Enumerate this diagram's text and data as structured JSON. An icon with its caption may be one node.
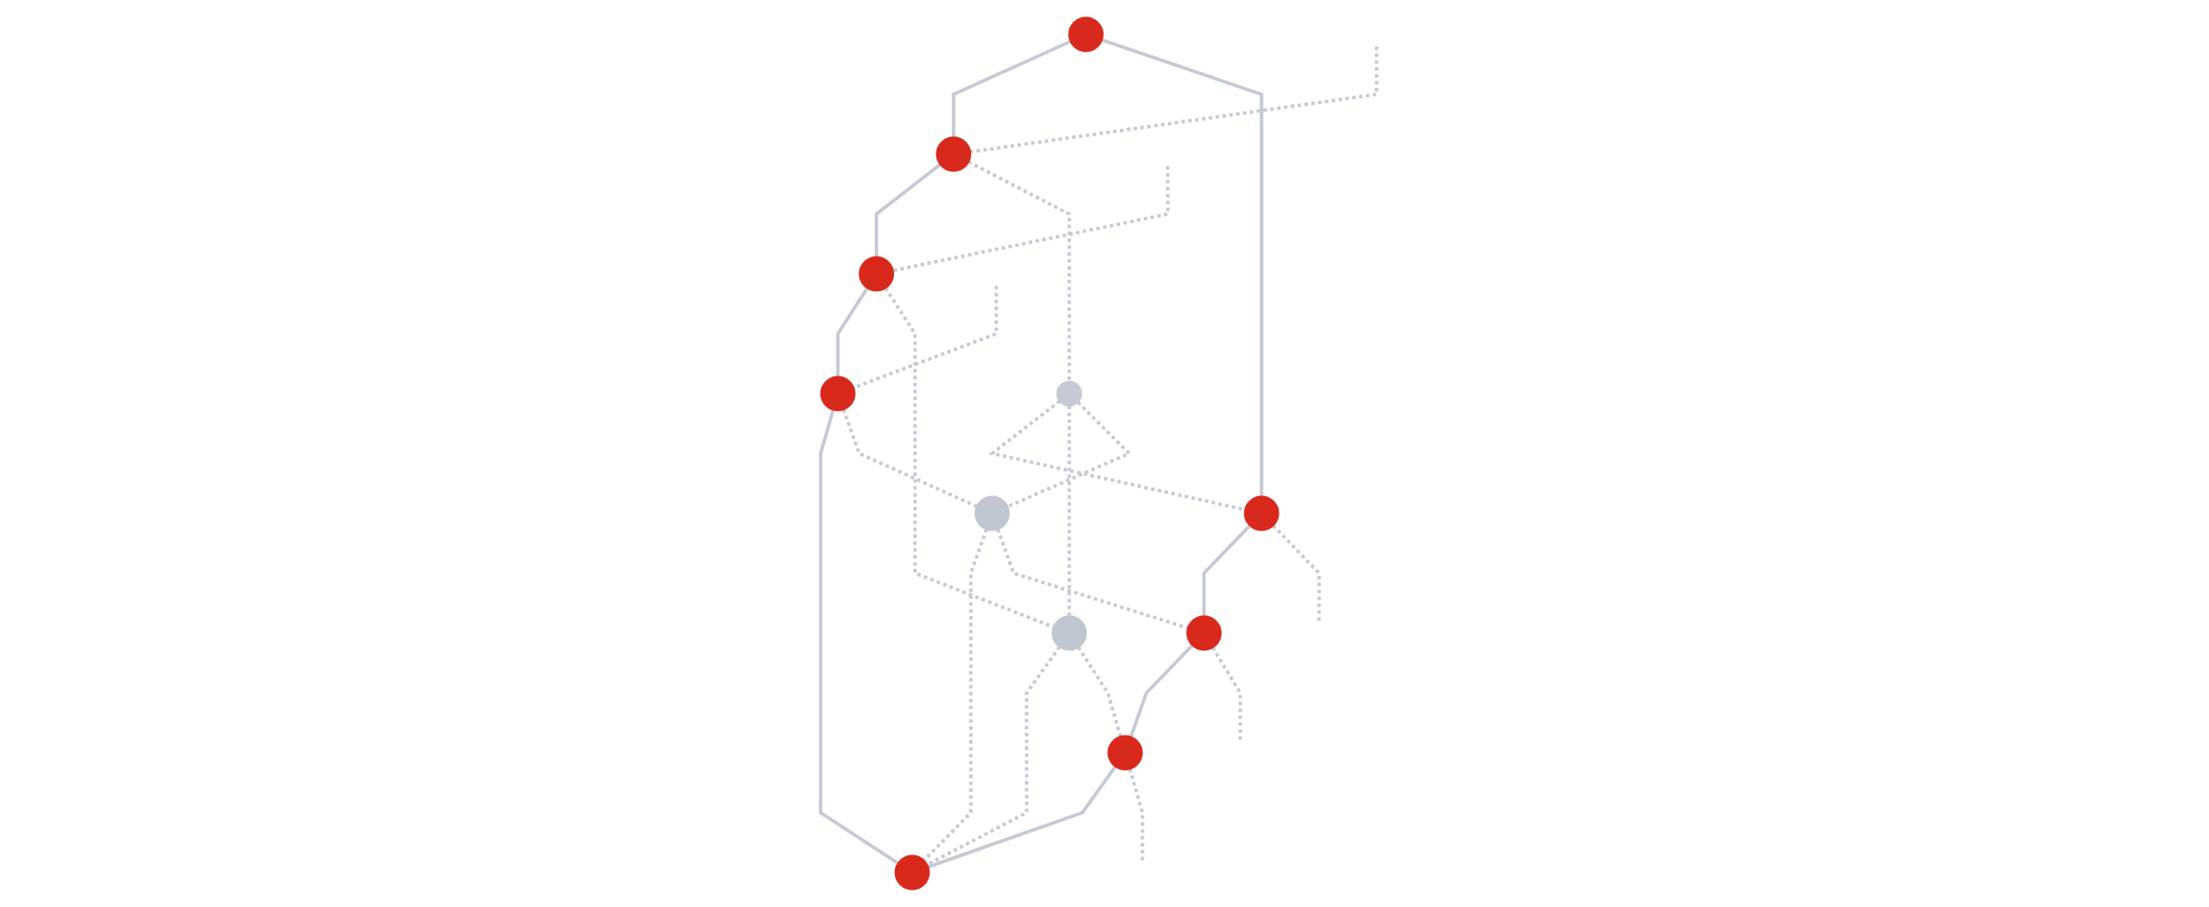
{
  "diagram": {
    "nodes": [
      {
        "text": [],
        "shape": "circle"
      },
      {
        "text": [],
        "shape": "circle"
      },
      {
        "text": [],
        "shape": "circle"
      },
      {
        "text": [],
        "shape": "point"
      },
      {
        "text": [],
        "shape": "circle"
      },
      {
        "text": [],
        "shape": "circle"
      },
      {
        "text": [],
        "shape": "circle"
      },
      {
        "text": [],
        "shape": "circle"
      },
      {
        "text": [],
        "shape": "circle"
      },
      {
        "text": [],
        "shape": "circle"
      },
      {
        "text": [],
        "shape": "circle"
      }
    ],
    "edges": [
      {
        "from": 0,
        "to": 1,
        "arrow": "none"
      },
      {
        "from": 0,
        "to": 2,
        "arrow": "none"
      },
      {
        "from": 1,
        "to": 4,
        "arrow": "none"
      },
      {
        "from": 2,
        "to": 5,
        "arrow": "none"
      },
      {
        "from": 4,
        "to": 8,
        "arrow": "none"
      },
      {
        "from": 5,
        "to": 9,
        "arrow": "none"
      },
      {
        "from": 8,
        "to": 10,
        "arrow": "none"
      },
      {
        "from": 9,
        "to": 10,
        "arrow": "none"
      },
      {
        "from": null,
        "to": 1,
        "arrow": "none",
        "style": "dashed"
      },
      {
        "from": 1,
        "to": 3,
        "arrow": "none",
        "style": "dashed"
      },
      {
        "from": 3,
        "to": 2,
        "arrow": "none",
        "style": "dashed"
      },
      {
        "from": 2,
        "to": null,
        "arrow": "none",
        "style": "dashed"
      },
      {
        "from": 3,
        "to": 6,
        "arrow": "none",
        "style": "dashed"
      },
      {
        "from": 3,
        "to": 7,
        "arrow": "none",
        "style": "dashed"
      },
      {
        "from": 6,
        "to": 10,
        "arrow": "none",
        "style": "dashed"
      },
      {
        "from": 7,
        "to": 10,
        "arrow": "none",
        "style": "dashed"
      },
      {
        "from": null,
        "to": 4,
        "arrow": "none",
        "style": "dashed"
      },
      {
        "from": 4,
        "to": 6,
        "arrow": "none",
        "style": "dashed"
      },
      {
        "from": 6,
        "to": 9,
        "arrow": "none",
        "style": "dashed"
      },
      {
        "from": 9,
        "to": null,
        "arrow": "none",
        "style": "dashed"
      },
      {
        "from": null,
        "to": 8,
        "arrow": "none",
        "style": "dashed"
      },
      {
        "from": 8,
        "to": 7,
        "arrow": "none",
        "style": "dashed"
      },
      {
        "from": 7,
        "to": 5,
        "arrow": "none",
        "style": "dashed"
      },
      {
        "from": 5,
        "to": null,
        "arrow": "none",
        "style": "dashed"
      }
    ]
  }
}
